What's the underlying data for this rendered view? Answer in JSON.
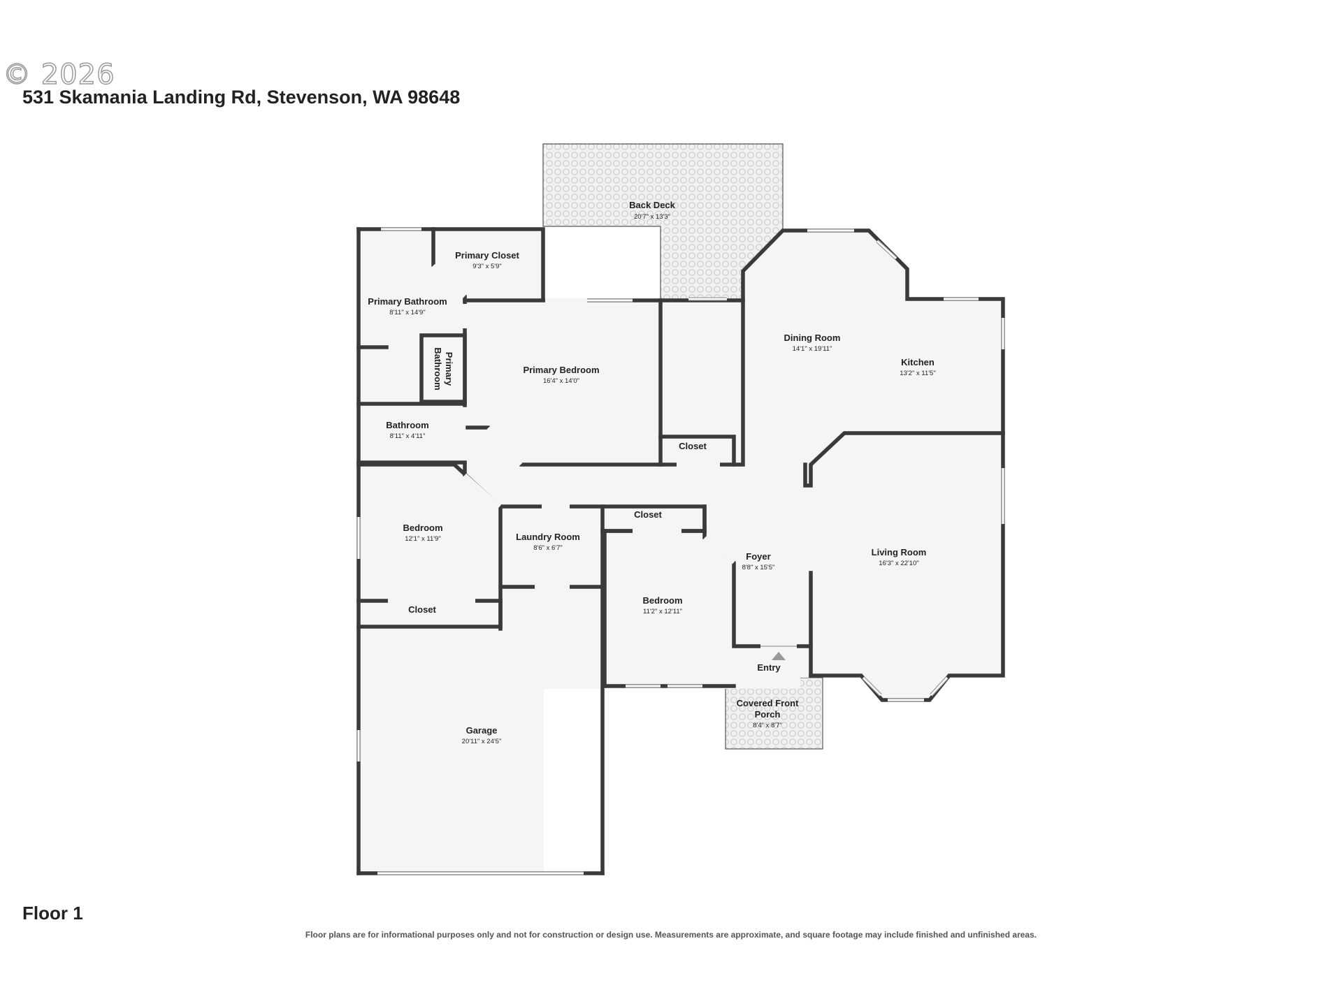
{
  "copyright": "© 2026",
  "address": "531 Skamania Landing Rd, Stevenson, WA 98648",
  "floor_label": "Floor 1",
  "disclaimer": "Floor plans are for informational purposes only and not for construction or design use. Measurements are approximate, and square footage may include finished and unfinished areas.",
  "rooms": {
    "back_deck": {
      "name": "Back Deck",
      "dim": "20'7\" x 13'3\""
    },
    "primary_closet": {
      "name": "Primary Closet",
      "dim": "9'3\" x 5'9\""
    },
    "primary_bathroom": {
      "name": "Primary Bathroom",
      "dim": "8'11\" x 14'9\""
    },
    "primary_bathroom_small": {
      "line1": "Primary",
      "line2": "Bathroom"
    },
    "primary_bedroom": {
      "name": "Primary Bedroom",
      "dim": "16'4\" x 14'0\""
    },
    "dining_room": {
      "name": "Dining Room",
      "dim": "14'1\" x 19'11\""
    },
    "kitchen": {
      "name": "Kitchen",
      "dim": "13'2\" x 11'5\""
    },
    "bathroom": {
      "name": "Bathroom",
      "dim": "8'11\" x 4'11\""
    },
    "closet_hall": {
      "name": "Closet"
    },
    "bedroom_1": {
      "name": "Bedroom",
      "dim": "12'1\" x 11'9\""
    },
    "laundry_room": {
      "name": "Laundry Room",
      "dim": "8'6\" x 6'7\""
    },
    "closet_2": {
      "name": "Closet"
    },
    "foyer": {
      "name": "Foyer",
      "dim": "8'8\" x 15'5\""
    },
    "living_room": {
      "name": "Living Room",
      "dim": "16'3\" x 22'10\""
    },
    "closet_3": {
      "name": "Closet"
    },
    "bedroom_2": {
      "name": "Bedroom",
      "dim": "11'2\" x 12'11\""
    },
    "entry": {
      "name": "Entry"
    },
    "covered_front_porch": {
      "line1": "Covered Front",
      "line2": "Porch",
      "dim": "8'4\" x 8'7\""
    },
    "garage": {
      "name": "Garage",
      "dim": "20'11\" x 24'5\""
    }
  }
}
